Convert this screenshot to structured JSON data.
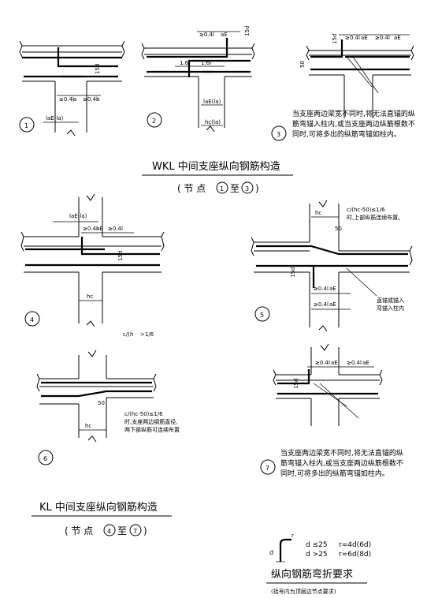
{
  "nodes": {
    "n1": {
      "num": "1",
      "dim_top": "",
      "dim_mid": "≥0.4l",
      "dim_mid2": "≥0.4l",
      "dim_lab": "a",
      "dim_lab2": "a",
      "lae": "laE(la)",
      "hc": ""
    },
    "n2": {
      "num": "2",
      "dim_top": "≥0.4l",
      "dim_top_sub": "aE",
      "d15": "15d",
      "lab_left": "1.6l",
      "lab_right": "1.6l",
      "lae": "laE(la)",
      "hc": "hc(la)"
    },
    "n3": {
      "num": "3",
      "dim_top": "≥0.4l",
      "dim_top_sub": "aE",
      "dim_top2": "≥0.4l",
      "dim_top2_sub": "aE",
      "d15": "15d",
      "d50": "50"
    },
    "n4": {
      "num": "4",
      "lae": "laE(la)",
      "dim_mid": "≥0.4l",
      "dim_mid2": "≥0.4l",
      "dim_sub": "aE",
      "d15": "15d",
      "hc": "hc",
      "ratio": "c/(h",
      "ratio2": ">1/6"
    },
    "n5": {
      "num": "5",
      "hc": "hc",
      "ratio": "c/(hc-50)≤1/6",
      "ratio_note": "时,上部纵筋连续布置。",
      "d50": "50",
      "d15": "15d",
      "dim_a": "≥0.4l",
      "dim_a_sub": "aE",
      "dim_b": "≥0.4l",
      "dim_b_sub": "aE",
      "side_note_1": "直锚或锚入",
      "side_note_2": "弯锚入柱内"
    },
    "n6": {
      "num": "6",
      "d50": "50",
      "hc": "hc",
      "ratio": "c/(hc-50)≤1/6",
      "ratio_note_1": "时,支座两边钢筋直径,",
      "ratio_note_2": "两下部纵筋可连续布置"
    },
    "n7": {
      "num": "7",
      "dim_a": "≥0.4l",
      "dim_a_sub": "aE",
      "dim_b": "≥0.4l",
      "dim_b_sub": "aE",
      "d15": "15d"
    }
  },
  "notes": {
    "n3_note_1": "当支座两边梁宽不同时,将无法直锚的纵",
    "n3_note_2": "筋弯锚入柱内,或当支座两边纵筋根数不",
    "n3_note_3": "同时,可将多出的纵筋弯锚如柱内。",
    "n7_note_1": "当支座两边梁宽不同时,将无法直锚的纵",
    "n7_note_2": "筋弯锚入柱内,或当支座两边纵筋根数不",
    "n7_note_3": "同时,可将多出的纵筋弯锚如柱内。"
  },
  "titles": {
    "wkl_title": "WKL 中间支座纵向钢筋构造",
    "wkl_sub_pre": "( 节 点",
    "wkl_sub_a": "1",
    "wkl_sub_mid": "至",
    "wkl_sub_b": "3",
    "wkl_sub_post": ")",
    "kl_title": "KL 中间支座纵向钢筋构造",
    "kl_sub_pre": "( 节 点",
    "kl_sub_a": "4",
    "kl_sub_mid": "至",
    "kl_sub_b": "7",
    "kl_sub_post": ")"
  },
  "bend": {
    "d_label": "d",
    "r_label": "r",
    "row1_cond": "d ≤25",
    "row1_val": "r=4d(6d)",
    "row2_cond": "d >25",
    "row2_val": "r=6d(8d)",
    "title": "纵向钢筋弯折要求",
    "note": "(括号内为顶层边节点要求)"
  }
}
